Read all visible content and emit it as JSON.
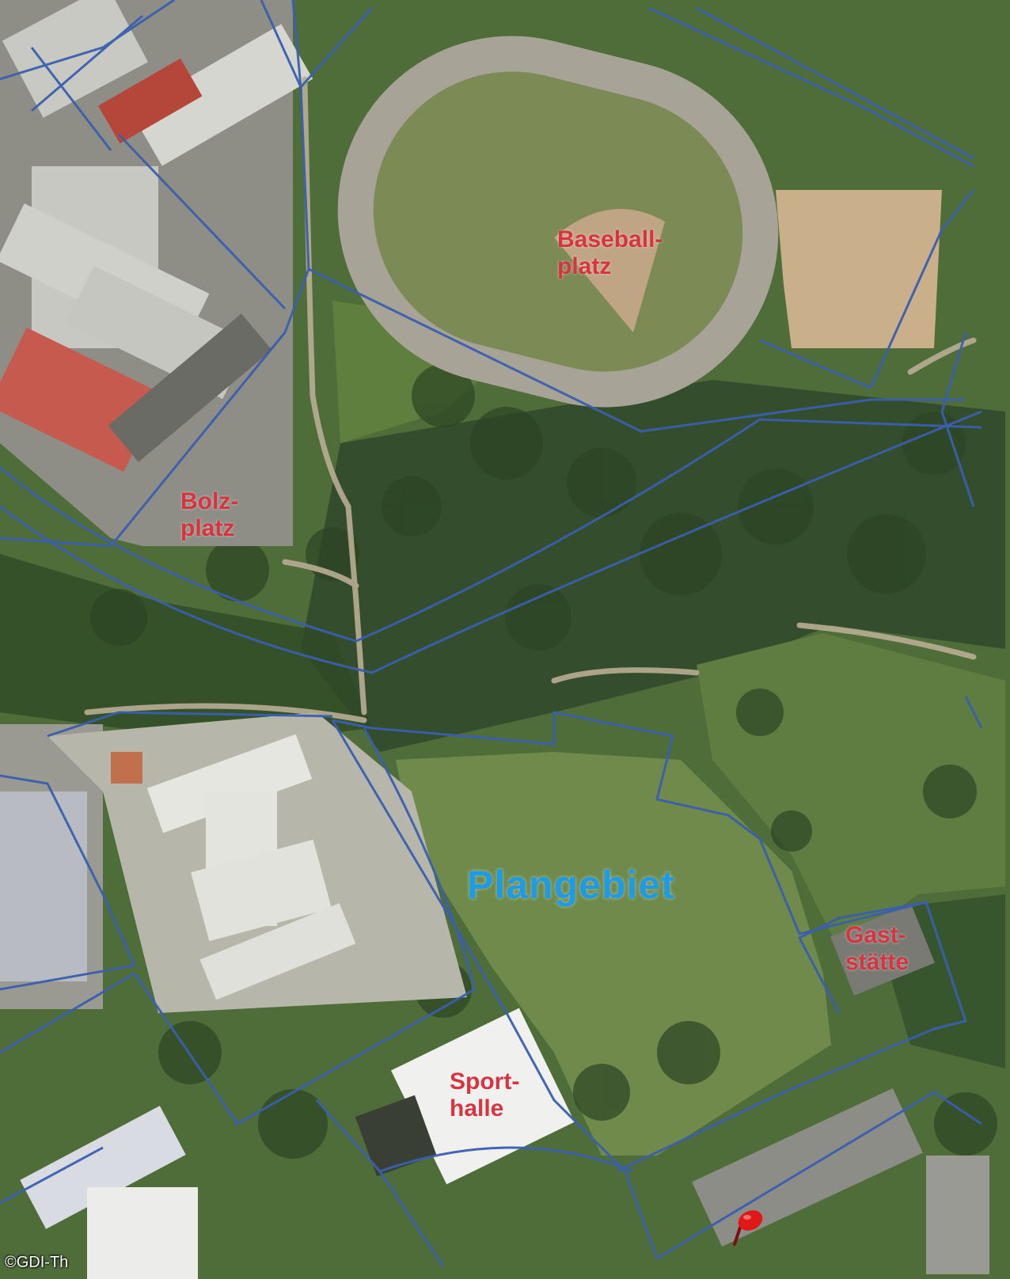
{
  "map": {
    "labels": {
      "baseball": {
        "line1": "Baseball-",
        "line2": "platz"
      },
      "bolzplatz": {
        "line1": "Bolz-",
        "line2": "platz"
      },
      "plangebiet": {
        "text": "Plangebiet"
      },
      "gaststaette": {
        "line1": "Gast-",
        "line2": "stätte"
      },
      "sporthalle": {
        "line1": "Sport-",
        "line2": "halle"
      }
    },
    "copyright": "©GDI-Th",
    "colors": {
      "parcel_lines": "#3a5fb0",
      "label_red": "#d8343f",
      "label_blue": "#1e9be3",
      "marker": "#e01818"
    },
    "icons": {
      "marker": "map-pin-icon"
    }
  }
}
